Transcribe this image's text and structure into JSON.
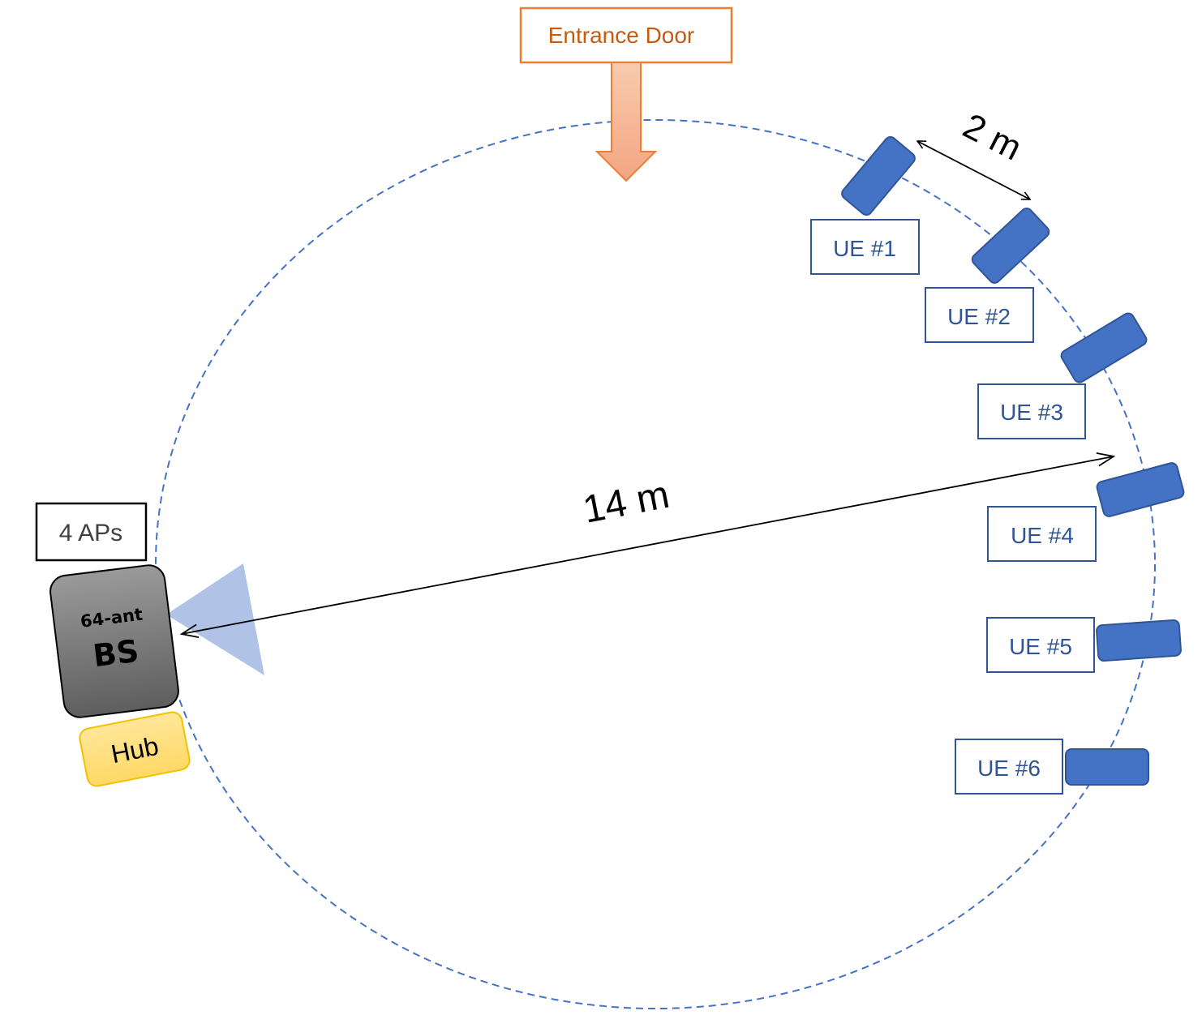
{
  "entrance_door": {
    "label": "Entrance Door",
    "color": "#C55A11",
    "arrow_color": "#F4A582"
  },
  "circle_color": "#4472C4",
  "ue_color": "#4472C4",
  "ue_label_color": "#2F5597",
  "ues": [
    {
      "label": "UE #1"
    },
    {
      "label": "UE #2"
    },
    {
      "label": "UE #3"
    },
    {
      "label": "UE #4"
    },
    {
      "label": "UE #5"
    },
    {
      "label": "UE #6"
    }
  ],
  "distances": {
    "spacing": "2 m",
    "radius": "14 m"
  },
  "bs": {
    "label_top": "64-ant",
    "label_main": "BS",
    "color": "#808080"
  },
  "aps": {
    "label": "4 APs"
  },
  "hub": {
    "label": "Hub",
    "color": "#FFD966"
  },
  "beam_color": "#8FAADC"
}
